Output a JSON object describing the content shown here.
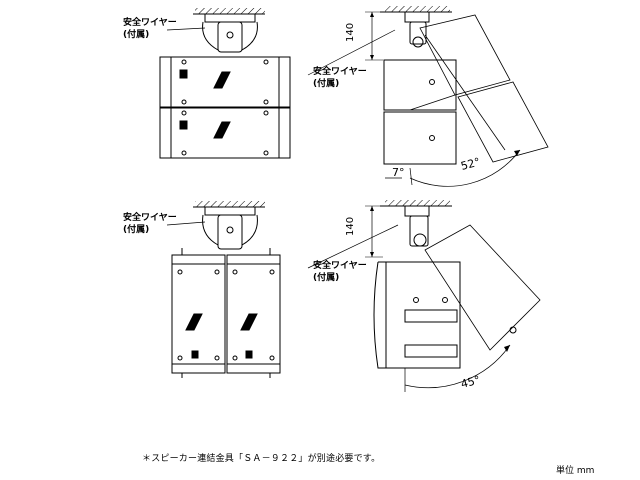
{
  "labels": {
    "wire_line1": "安全ワイヤー",
    "wire_line2": "(付属)"
  },
  "dimensions": {
    "height_140": "140",
    "angle_7": "7°",
    "angle_52": "52°",
    "angle_45": "45°"
  },
  "footer": {
    "note": "＊スピーカー連結金具「ＳＡ－９２２」が別途必要です。",
    "unit": "単位 mm"
  }
}
